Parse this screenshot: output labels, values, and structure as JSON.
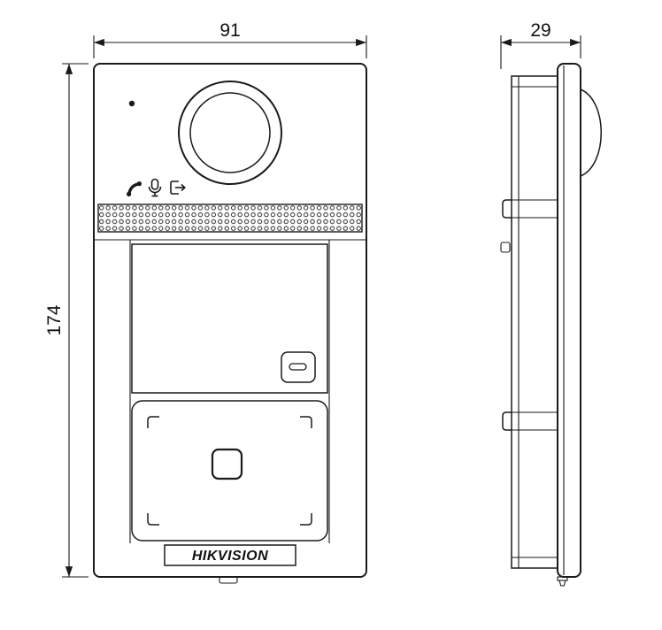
{
  "drawing": {
    "front_view": {
      "width_label": "91",
      "height_label": "174",
      "brand_label": "HIKVISION",
      "indicator_icons": [
        "call-icon",
        "microphone-icon",
        "exit-icon"
      ]
    },
    "side_view": {
      "depth_label": "29"
    },
    "colors": {
      "line_color": "#1a1a1a",
      "background": "#ffffff"
    }
  }
}
